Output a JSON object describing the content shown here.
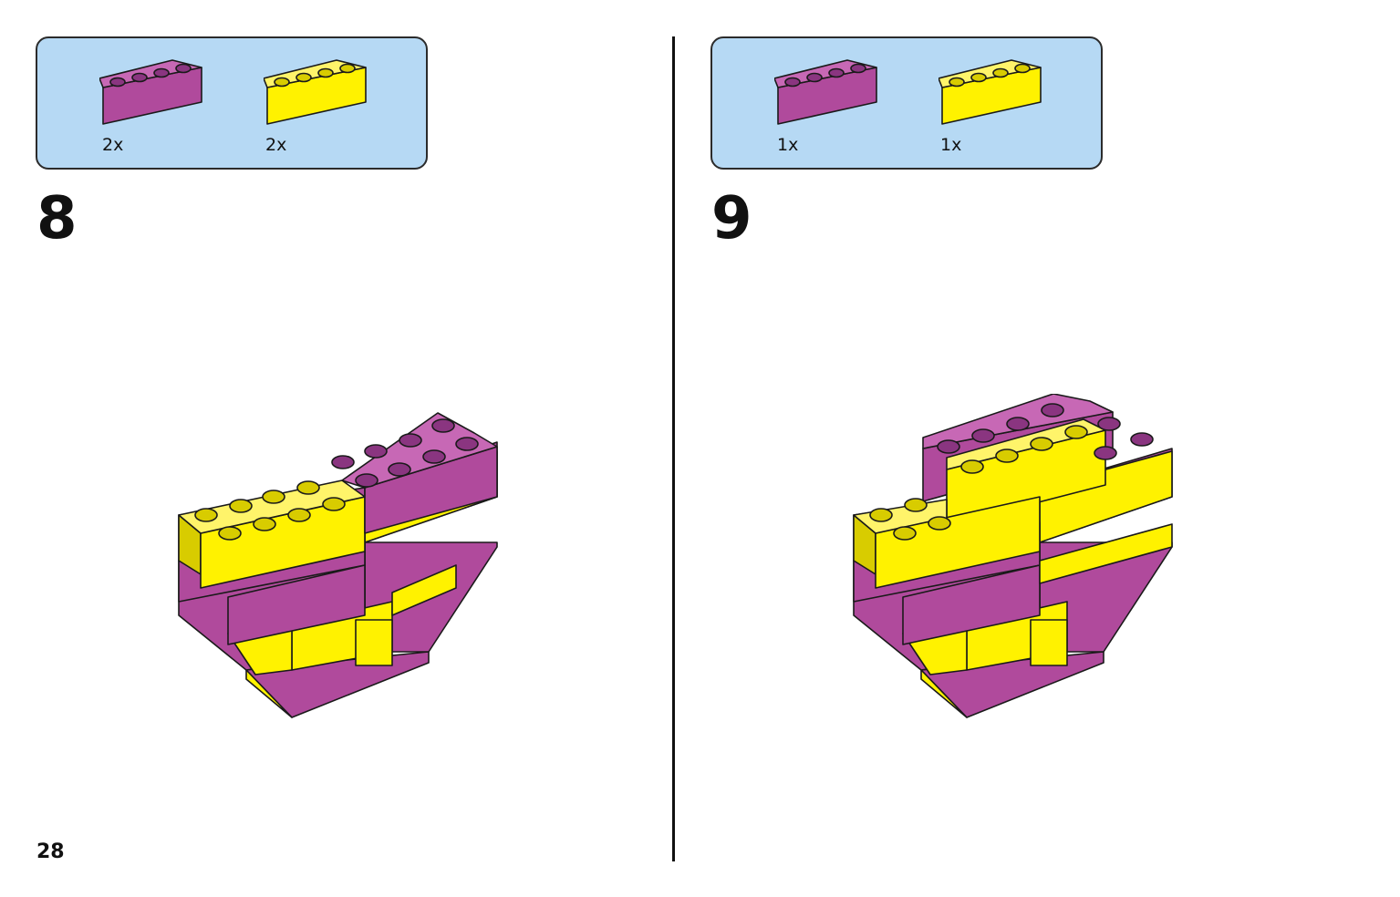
{
  "colors": {
    "panel_bg": "#b6d9f4",
    "purple": "#b04a9c",
    "purple_dark": "#8a3580",
    "yellow": "#fff200",
    "yellow_dark": "#d8cc00"
  },
  "steps": [
    {
      "number": "8",
      "parts": [
        {
          "name": "purple 1x4 brick",
          "color": "purple",
          "qty": "2x"
        },
        {
          "name": "yellow 1x4 brick",
          "color": "yellow",
          "qty": "2x"
        }
      ]
    },
    {
      "number": "9",
      "parts": [
        {
          "name": "purple 1x4 brick",
          "color": "purple",
          "qty": "1x"
        },
        {
          "name": "yellow 1x4 brick",
          "color": "yellow",
          "qty": "1x"
        }
      ]
    }
  ],
  "page_number": "28"
}
